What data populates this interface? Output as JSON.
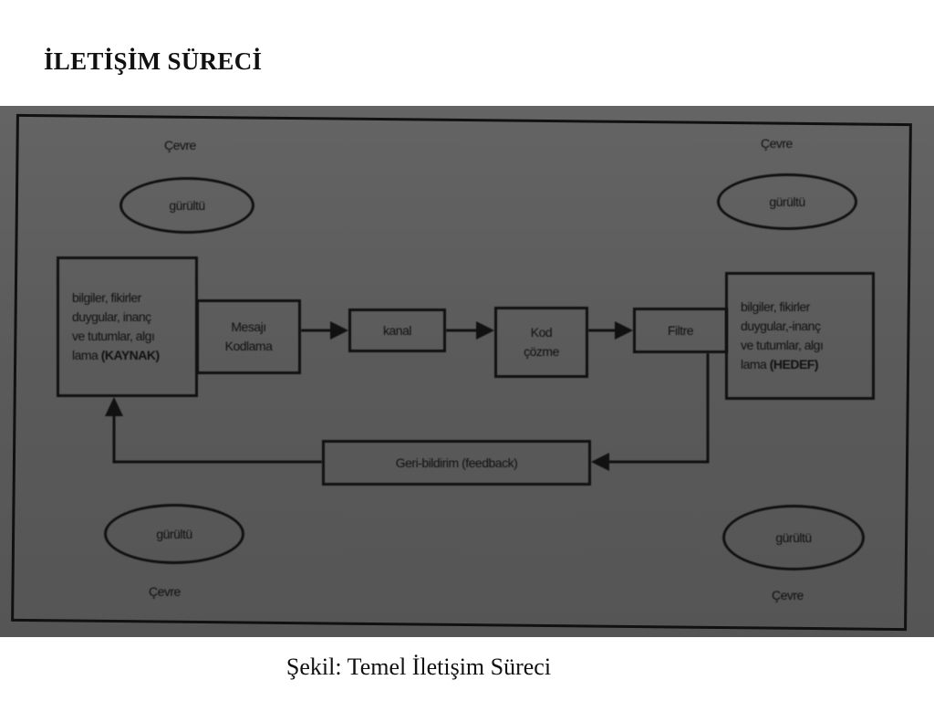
{
  "slide": {
    "title": "İLETİŞİM SÜRECİ",
    "caption": "Şekil: Temel İletişim Süreci"
  },
  "diagram": {
    "environment_label": "Çevre",
    "noise_label": "gürültü",
    "source": {
      "lines": [
        "bilgiler, fikirler",
        "duygular, inanç",
        "ve tutumlar, algı",
        "lama"
      ],
      "role": "(KAYNAK)"
    },
    "encoding": {
      "line1": "Mesajı",
      "line2": "Kodlama"
    },
    "channel": {
      "label": "kanal"
    },
    "decoding": {
      "line1": "Kod",
      "line2": "çözme"
    },
    "filter": {
      "label": "Filtre"
    },
    "target": {
      "lines": [
        "bilgiler, fikirler",
        "duygular,-inanç",
        "ve tutumlar, algı",
        "lama"
      ],
      "role": "(HEDEF)"
    },
    "feedback": {
      "label": "Geri-bildirim (feedback)"
    }
  },
  "colors": {
    "background": "#ffffff",
    "photo_gray": "#5e5e5e",
    "ink": "#111111"
  }
}
